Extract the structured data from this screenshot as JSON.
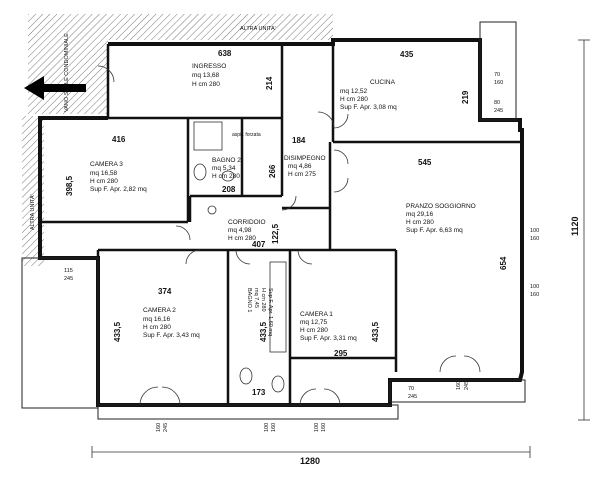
{
  "neighbors": {
    "top": "ALTRA UNITA'",
    "left": "ALTRA UNITA'",
    "common": "VANO SCALE CONDOMINIALE"
  },
  "rooms": {
    "ingresso": {
      "name": "INGRESSO",
      "area": "mq 13,68",
      "height": "H cm 280"
    },
    "cucina": {
      "name": "CUCINA",
      "area": "mq 12,52",
      "height": "H cm 280",
      "window": "Sup F. Apr. 3,08 mq"
    },
    "camera3": {
      "name": "CAMERA 3",
      "area": "mq 16,58",
      "height": "H cm 280",
      "window": "Sup F. Apr. 2,82 mq"
    },
    "bagno2": {
      "name": "BAGNO 2",
      "area": "mq 5,34",
      "height": "H cm 280",
      "note": "aspir. forzata"
    },
    "disimpegno": {
      "name": "DISIMPEGNO",
      "area": "mq 4,86",
      "height": "H cm 275"
    },
    "pranzo": {
      "name": "PRANZO SOGGIORNO",
      "area": "mq 29,16",
      "height": "H cm 280",
      "window": "Sup F. Apr. 6,63 mq"
    },
    "corridoio": {
      "name": "CORRIDOIO",
      "area": "mq 4,98",
      "height": "H cm 280"
    },
    "camera2": {
      "name": "CAMERA 2",
      "area": "mq 16,16",
      "height": "H cm 280",
      "window": "Sup F. Apr. 3,43 mq"
    },
    "bagno1": {
      "name": "BAGNO 1",
      "area": "mq 7,45",
      "height": "H cm 280",
      "window": "Sup F. Apr. 1,60 mq"
    },
    "camera1": {
      "name": "CAMERA 1",
      "area": "mq 12,75",
      "height": "H cm 280",
      "window": "Sup F. Apr. 3,31 mq"
    }
  },
  "dimensions": {
    "d638": "638",
    "d214": "214",
    "d435": "435",
    "d219": "219",
    "d416": "416",
    "d184": "184",
    "d398": "398,5",
    "d266": "266",
    "d208": "208",
    "d545": "545",
    "d122": "122,5",
    "d407": "407",
    "d654": "654",
    "d374": "374",
    "d433a": "433,5",
    "d433b": "433,5",
    "d433c": "433,5",
    "d295": "295",
    "d173": "173",
    "total_w": "1280",
    "total_h": "1120"
  },
  "openings": {
    "o1": "70",
    "o1b": "160",
    "o2": "80",
    "o2b": "245",
    "o3": "100",
    "o3b": "160",
    "o4": "100",
    "o4b": "160",
    "o5": "115",
    "o5b": "245",
    "o6": "160",
    "o6b": "245",
    "o7": "70",
    "o7b": "245",
    "o8": "160",
    "o8b": "245",
    "o9": "100",
    "o9b": "160",
    "o10": "100",
    "o10b": "160"
  }
}
